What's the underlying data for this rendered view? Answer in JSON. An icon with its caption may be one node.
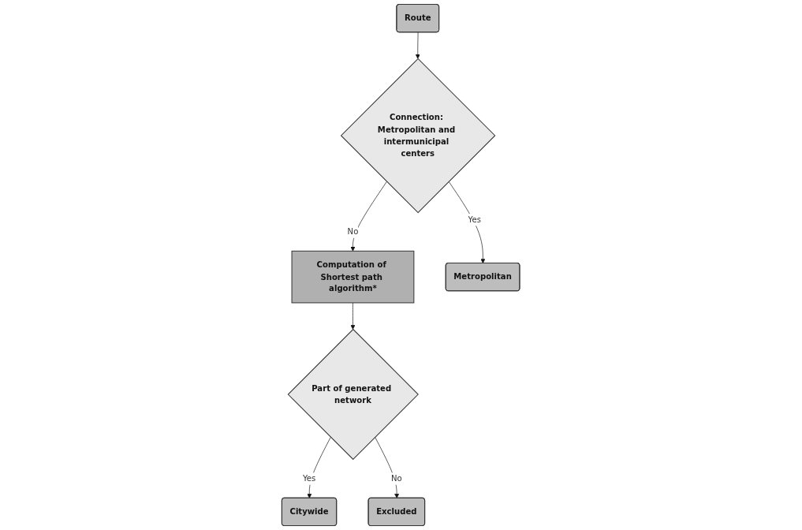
{
  "diagram": {
    "nodes": [
      {
        "text": [
          "Route"
        ]
      },
      {
        "text": [
          "Computation of Shortest path algorithm*"
        ]
      },
      {
        "text": [
          "Connection: Metropolitan and intermunicipal centers"
        ]
      },
      {
        "text": [
          "Metropolitan"
        ]
      },
      {
        "text": [
          "Citywide"
        ]
      },
      {
        "text": [
          "Part of generated network"
        ]
      },
      {
        "text": [
          "Excluded"
        ]
      }
    ],
    "edges": [
      {
        "from": 0,
        "to": 2,
        "arrow": "to"
      },
      {
        "from": 2,
        "to": 1,
        "label": "No",
        "arrow": "to"
      },
      {
        "from": 2,
        "to": 3,
        "label": "Yes",
        "arrow": "to"
      },
      {
        "from": 1,
        "to": 5,
        "arrow": "to"
      },
      {
        "from": 5,
        "to": 4,
        "label": "Yes",
        "arrow": "to"
      },
      {
        "from": 5,
        "to": 6,
        "label": "No",
        "arrow": "to"
      }
    ]
  }
}
